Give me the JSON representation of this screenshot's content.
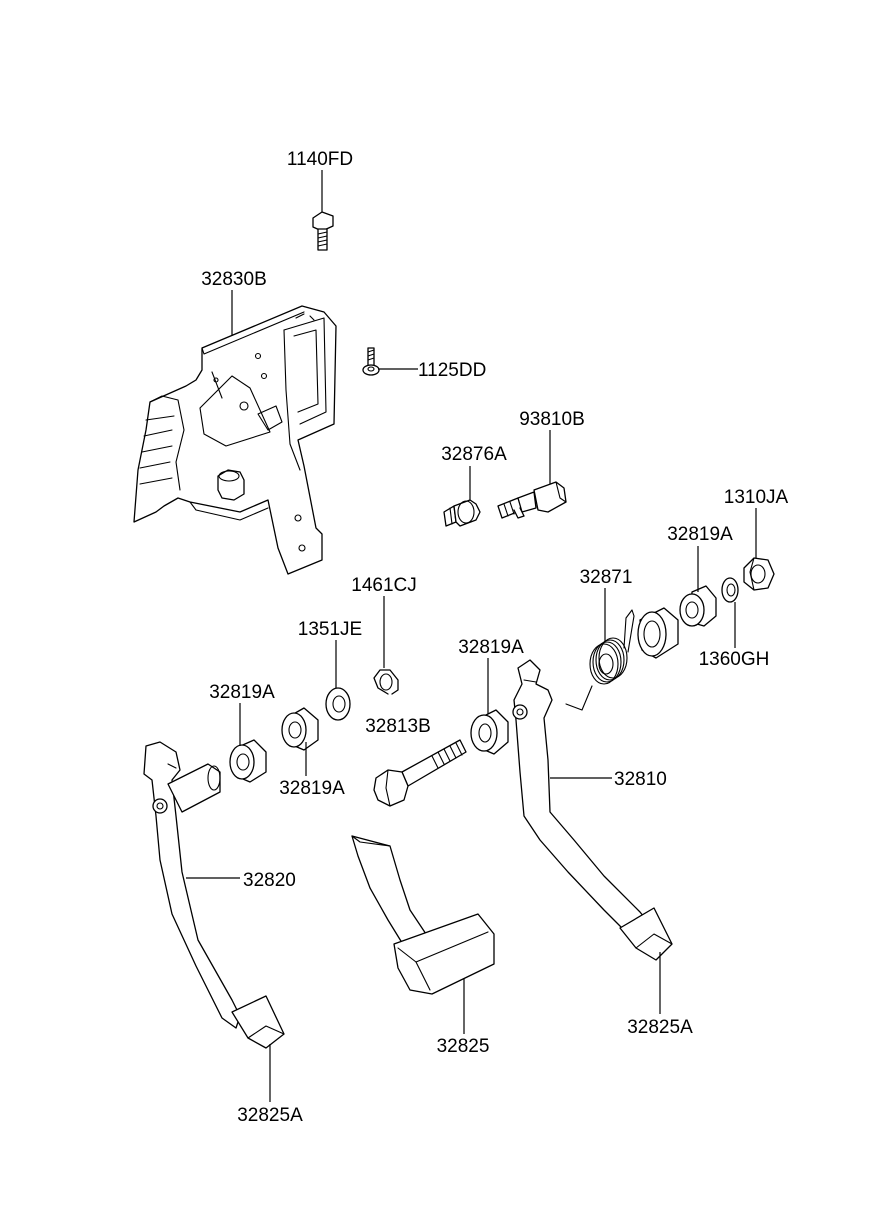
{
  "colors": {
    "line": "#000000",
    "background": "#ffffff"
  },
  "callouts": {
    "bolt_top": "1140FD",
    "bracket": "32830B",
    "screw": "1125DD",
    "switch": "93810B",
    "stopper": "32876A",
    "nut": "1310JA",
    "bush_right": "32819A",
    "spring": "32871",
    "washer_right": "1360GH",
    "clip": "1461CJ",
    "washer_left": "1351JE",
    "bush_center": "32819A",
    "bush_left_upper": "32819A",
    "bolt_center": "32813B",
    "bush_left_lower": "32819A",
    "brake_pedal": "32810",
    "clutch_pedal": "32820",
    "pad_center": "32825",
    "pad_right": "32825A",
    "pad_left": "32825A"
  }
}
